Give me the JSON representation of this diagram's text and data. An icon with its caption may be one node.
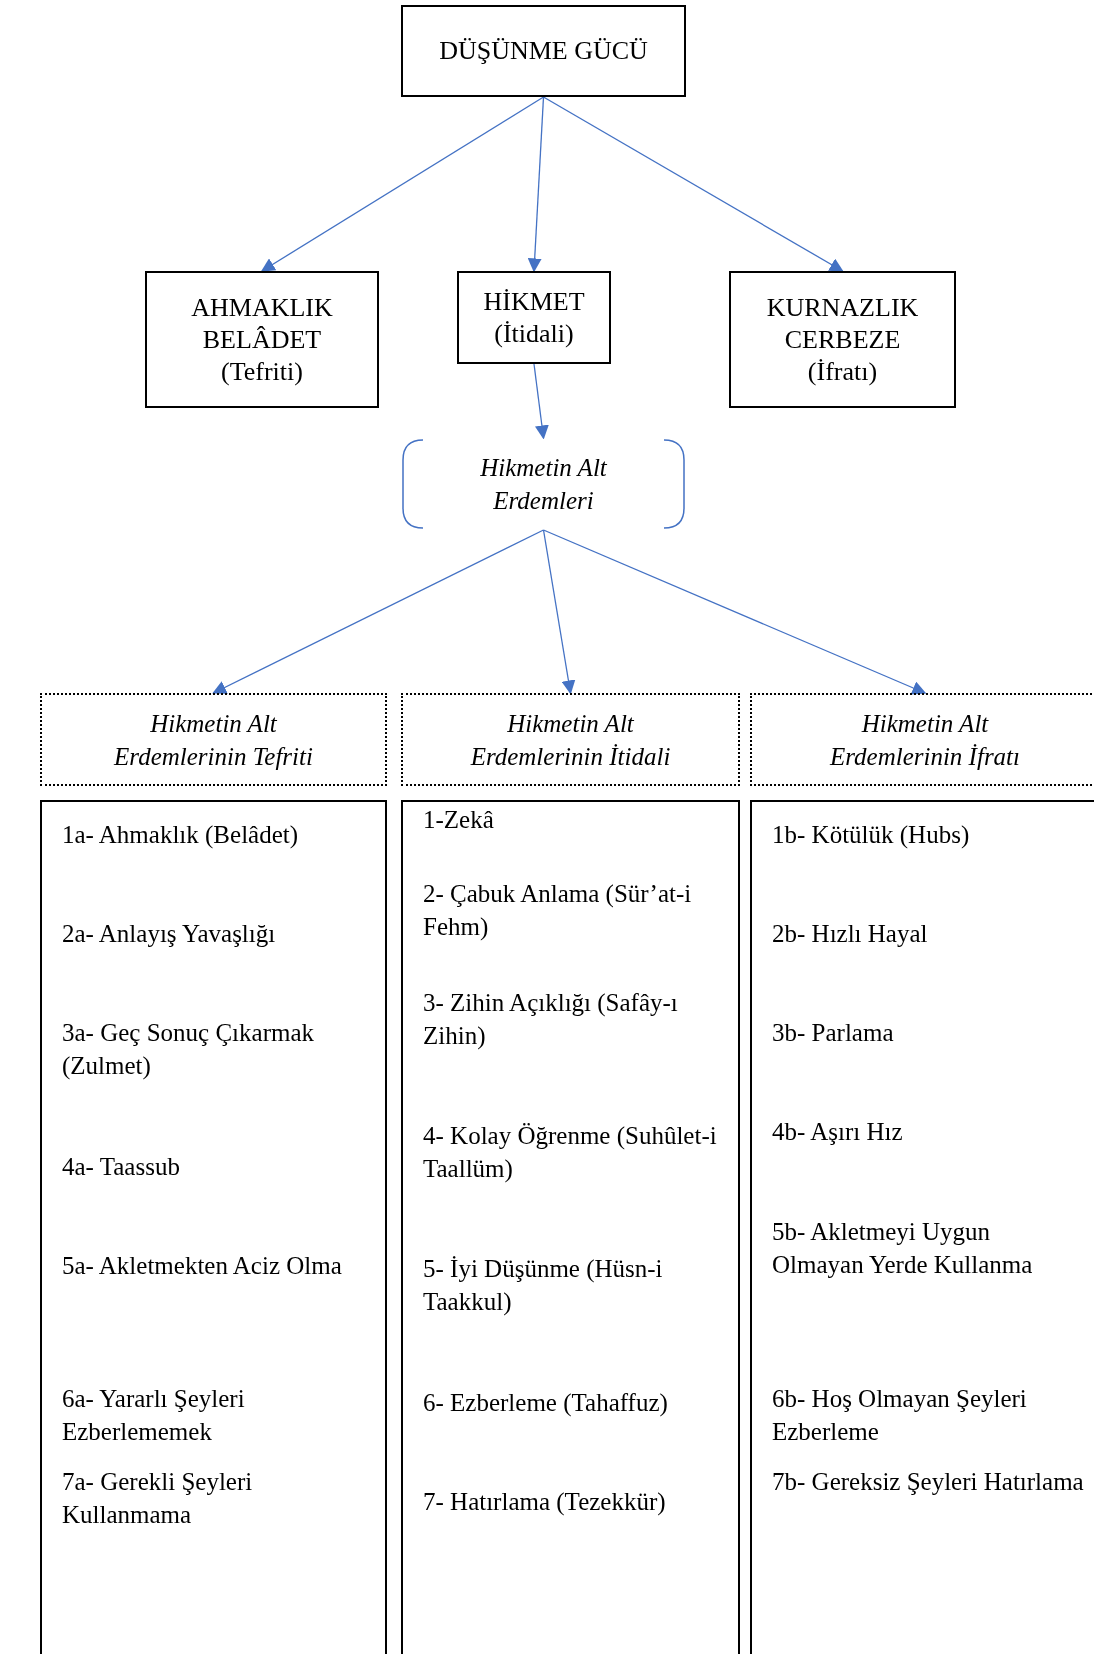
{
  "diagram": {
    "nodes": [
      {
        "text": [
          "DÜŞÜNME GÜCÜ"
        ]
      },
      {
        "text": [
          "AHMAKLIK",
          "BELÂDET",
          "(Tefriti)"
        ]
      },
      {
        "text": [
          "HİKMET",
          "(İtidali)"
        ]
      },
      {
        "text": [
          "KURNAZLIK",
          "CERBEZE",
          "(İfratı)"
        ]
      },
      {
        "text": [
          "Hikmetin Alt Erdemleri"
        ]
      },
      {
        "text": [
          "Hikmetin Alt Erdemlerinin Tefriti"
        ]
      },
      {
        "text": [
          "Hikmetin Alt Erdemlerinin İtidali"
        ]
      },
      {
        "text": [
          "Hikmetin Alt Erdemlerinin İfratı"
        ]
      },
      {
        "text": [
          "1a- Ahmaklık (Belâdet)",
          "2a- Anlayış Yavaşlığı",
          "3a- Geç Sonuç Çıkarmak (Zulmet)",
          "4a- Taassub",
          "5a- Akletmekten Aciz Olma",
          "6a- Yararlı Şeyleri Ezberlememek",
          "7a- Gerekli Şeyleri Kullanmama"
        ]
      },
      {
        "text": [
          "1-Zekâ",
          "2- Çabuk Anlama (Sür’at-i Fehm)",
          "3- Zihin Açıklığı (Safây-ı Zihin)",
          "4- Kolay Öğrenme (Suhûlet-i Taallüm)",
          "5- İyi Düşünme (Hüsn-i Taakkul)",
          "6- Ezberleme (Tahaffuz)",
          "7- Hatırlama (Tezekkür)"
        ]
      },
      {
        "text": [
          "1b- Kötülük (Hubs)",
          "2b- Hızlı Hayal",
          "3b- Parlama",
          "4b- Aşırı Hız",
          "5b- Akletmeyi Uygun Olmayan Yerde Kullanma",
          "6b- Hoş Olmayan Şeyleri Ezberleme",
          "7b- Gereksiz Şeyleri Hatırlama"
        ]
      }
    ],
    "edges": [
      {
        "from": 0,
        "to": 1,
        "arrow": "to"
      },
      {
        "from": 0,
        "to": 2,
        "arrow": "to"
      },
      {
        "from": 0,
        "to": 3,
        "arrow": "to"
      },
      {
        "from": 2,
        "to": 4,
        "arrow": "to"
      },
      {
        "from": 4,
        "to": 5,
        "arrow": "to"
      },
      {
        "from": 4,
        "to": 6,
        "arrow": "to"
      },
      {
        "from": 4,
        "to": 7,
        "arrow": "to"
      }
    ]
  }
}
